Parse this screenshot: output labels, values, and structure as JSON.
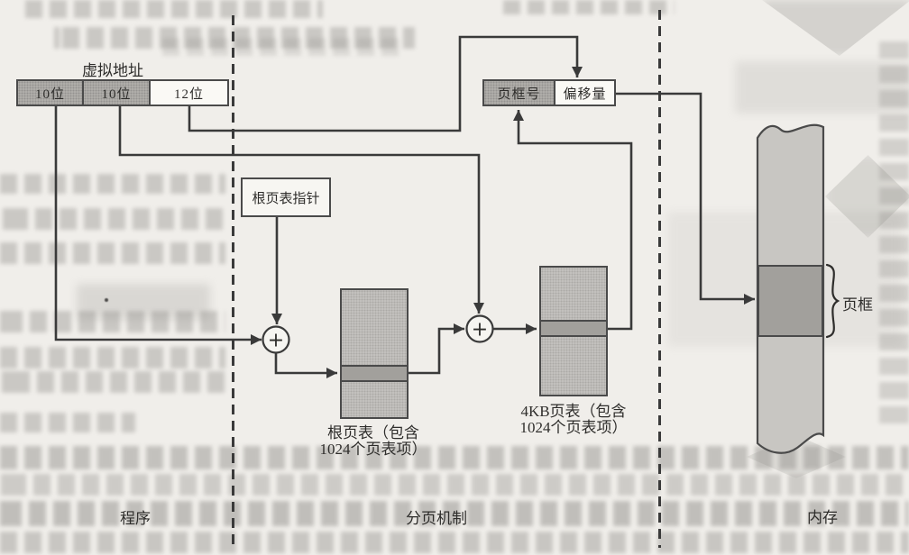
{
  "figure": {
    "virtual_address": {
      "title": "虚拟地址",
      "fields": [
        "10位",
        "10位",
        "12位"
      ]
    },
    "physical_address": {
      "frame_field": "页框号",
      "offset_field": "偏移量"
    },
    "root_pointer_label": "根页表指针",
    "root_table_caption": [
      "根页表（包含",
      "1024个页表项）"
    ],
    "second_table_caption": [
      "4KB页表（包含",
      "1024个页表项）"
    ],
    "page_frame_label": "页框",
    "adder_symbol": "+",
    "section_labels": {
      "program": "程序",
      "paging": "分页机制",
      "memory": "内存"
    }
  },
  "colors": {
    "paper": "#f0eeea",
    "line": "#3a3a3a",
    "border": "#4a4a4a",
    "cellGray": "#b2b0ac",
    "cellWhite": "#faf9f5",
    "tableGray": "#c5c3bf",
    "bandGray": "#a2a09c",
    "memoryGray": "#c8c6c2",
    "ghost": "#8e8c88",
    "text": "#2e2d2b"
  }
}
